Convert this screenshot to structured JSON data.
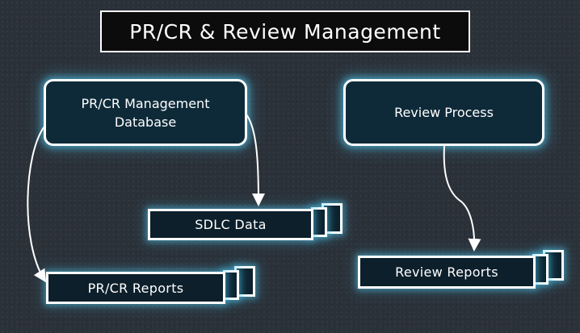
{
  "title": "PR/CR & Review Management",
  "nodes": {
    "management_db": "PR/CR Management\nDatabase",
    "review_process": "Review Process"
  },
  "documents": {
    "sdlc_data": "SDLC Data",
    "prcr_reports": "PR/CR Reports",
    "review_reports": "Review Reports"
  },
  "colors": {
    "background": "#2b3139",
    "node_fill": "#0e2a39",
    "glow": "#50c8f0",
    "outline": "#ffffff"
  }
}
